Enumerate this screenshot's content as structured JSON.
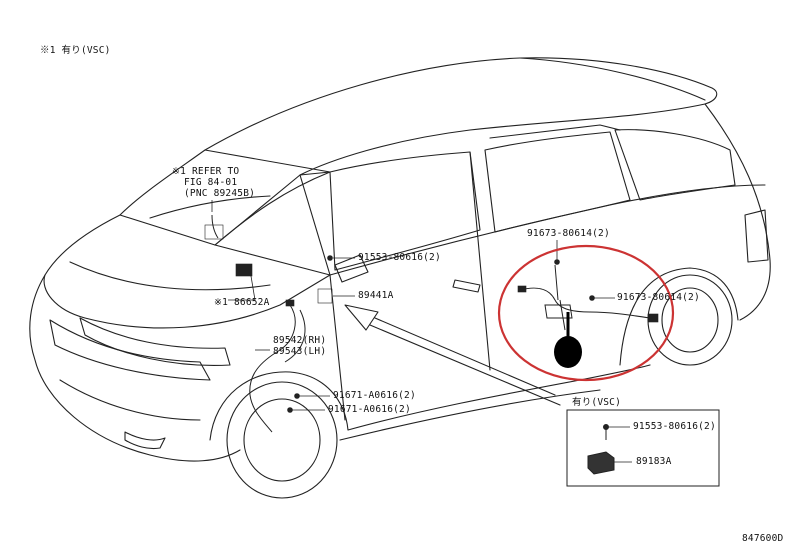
{
  "note": "※1 有り(VSC)",
  "refer": {
    "line1": "※1 REFER TO",
    "line2": "FIG 84-01",
    "line3": "(PNC 89245B)"
  },
  "parts": {
    "p86652A": "※1 86652A",
    "p91553_top": "91553-80616(2)",
    "p89441A": "89441A",
    "p89542": "89542(RH)",
    "p89543": "89543(LH)",
    "p91671_a": "91671-A0616(2)",
    "p91671_b": "91671-A0616(2)",
    "p91673_top": "91673-80614(2)",
    "p91673_right": "91673-80614(2)"
  },
  "inset": {
    "title": "有り(VSC)",
    "bolt": "91553-80616(2)",
    "part": "89183A"
  },
  "figure_id": "847600D",
  "colors": {
    "line": "#222222",
    "highlight": "#cc3333",
    "marker": "#000000"
  }
}
